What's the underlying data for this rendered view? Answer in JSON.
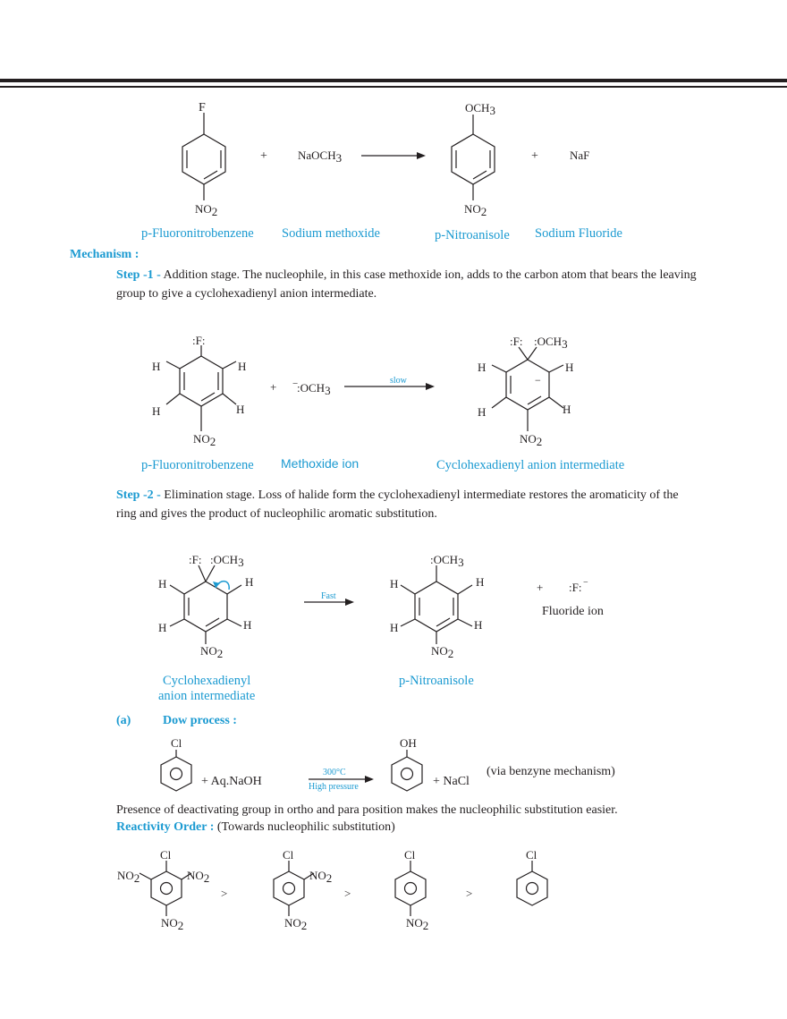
{
  "reaction1": {
    "reactant1": {
      "substituent_top": "F",
      "substituent_bottom": "NO",
      "sub": "2",
      "name": "p-Fluoronitrobenzene"
    },
    "plus1": "+",
    "reagent": {
      "text": "NaOCH",
      "sub": "3",
      "name": "Sodium methoxide"
    },
    "product1": {
      "substituent_top": "OCH",
      "top_sub": "3",
      "substituent_bottom": "NO",
      "sub": "2",
      "name": "p-Nitroanisole"
    },
    "plus2": "+",
    "product2": {
      "text": "NaF",
      "name": "Sodium Fluoride"
    }
  },
  "mechanism": {
    "heading": "Mechanism :",
    "step1": {
      "label": "Step -1 -",
      "text": " Addition stage. The nucleophile, in this case methoxide ion, adds to the carbon atom that bears the leaving group to give a cyclohexadienyl anion intermediate."
    },
    "step1_scheme": {
      "reactant": {
        "top": ":F:",
        "h": "H",
        "bottom": "NO",
        "sub": "2",
        "name": "p-Fluoronitrobenzene"
      },
      "plus": "+",
      "nucleophile": {
        "charge": "−",
        "text": ":OCH",
        "sub": "3",
        "name": "Methoxide ion"
      },
      "arrow_label": "slow",
      "product": {
        "f": ":F:",
        "och": ":OCH",
        "sub_och": "3",
        "h": "H",
        "bottom": "NO",
        "sub": "2",
        "charge": "−",
        "name": "Cyclohexadienyl anion intermediate"
      }
    },
    "step2": {
      "label": "Step -2 -",
      "text": " Elimination stage. Loss of halide form the cyclohexadienyl intermediate restores the aromaticity of the ring and gives the product of nucleophilic aromatic substitution."
    },
    "step2_scheme": {
      "reactant": {
        "f": ":F:",
        "och": ":OCH",
        "sub_och": "3",
        "h": "H",
        "bottom": "NO",
        "sub": "2",
        "name_line1": "Cyclohexadienyl",
        "name_line2": "anion intermediate"
      },
      "arrow_label": "Fast",
      "product": {
        "top": ":OCH",
        "top_sub": "3",
        "h": "H",
        "bottom": "NO",
        "sub": "2",
        "name": "p-Nitroanisole"
      },
      "plus": "+",
      "fluoride": {
        "text": ":F:",
        "charge": "−",
        "name": "Fluoride ion"
      }
    }
  },
  "dow": {
    "label": "(a)",
    "heading": "Dow process :",
    "reactant_sub": "Cl",
    "reagent": "+ Aq.NaOH",
    "condition_top": "300°C",
    "condition_bottom": "High pressure",
    "product_sub": "OH",
    "byproduct": "+  NaCl",
    "note": "(via benzyne mechanism)"
  },
  "presence_text": "Presence of deactivating group in ortho and para position makes the nucleophilic substitution easier.",
  "reactivity": {
    "label": "Reactivity Order :",
    "note": " (Towards nucleophilic substitution)",
    "gt": ">",
    "cl": "Cl",
    "no": "NO",
    "sub": "2"
  }
}
